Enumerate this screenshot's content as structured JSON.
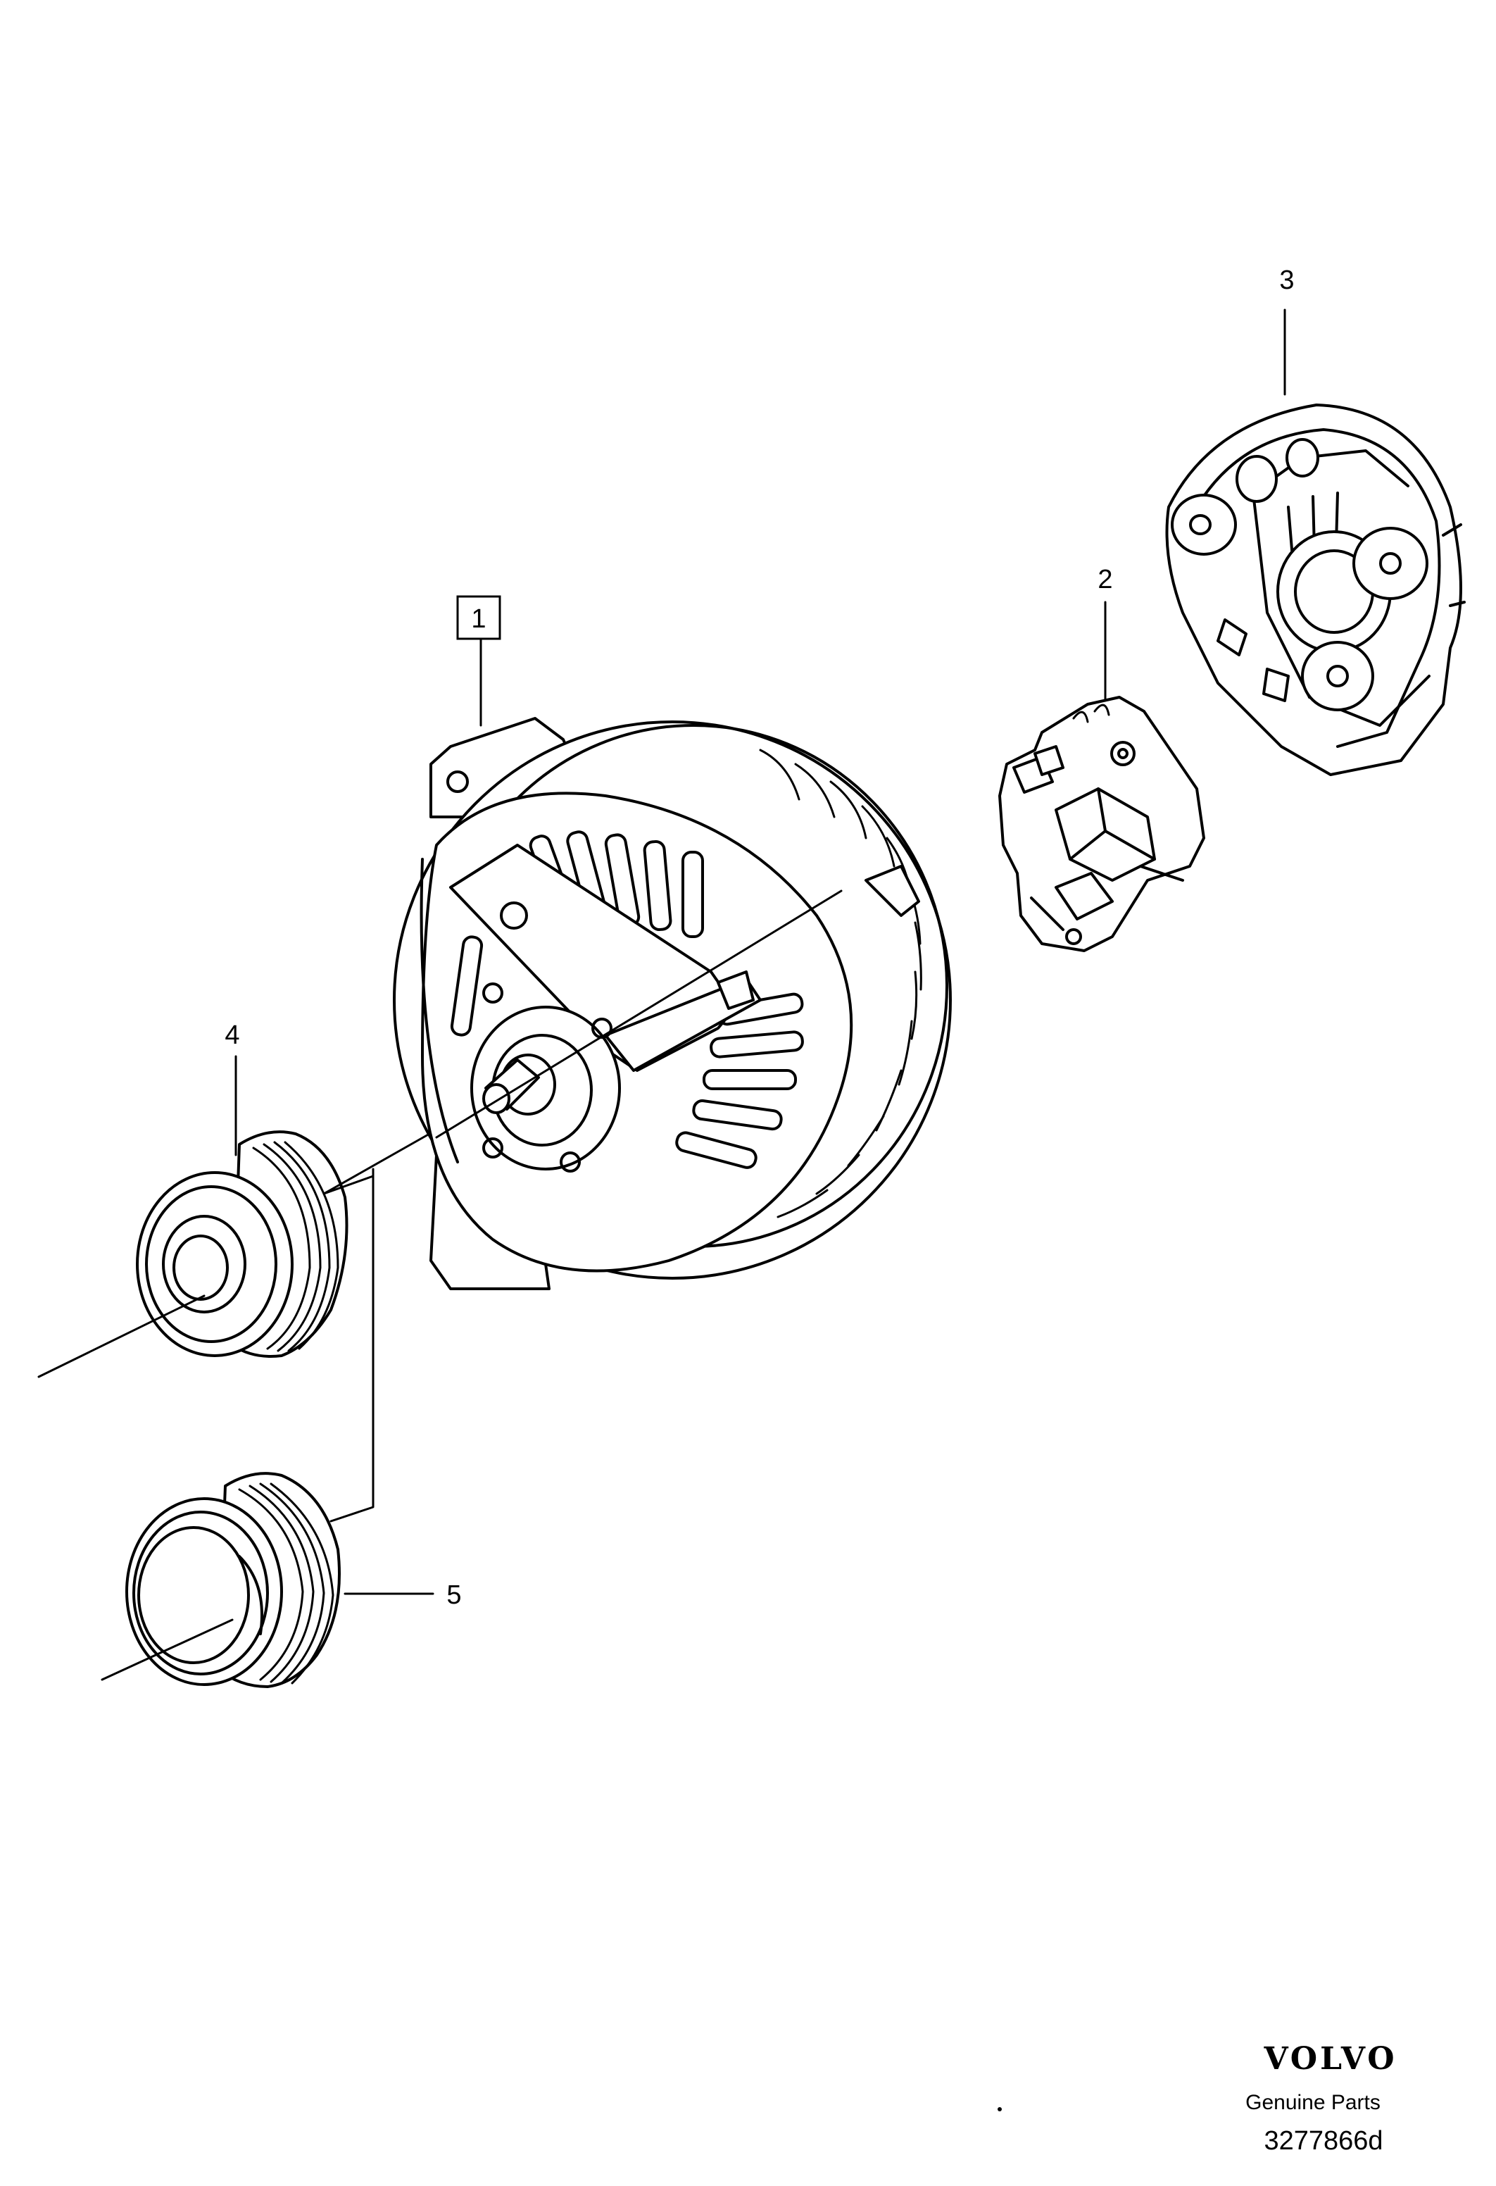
{
  "callouts": {
    "c1": "1",
    "c2": "2",
    "c3": "3",
    "c4": "4",
    "c5": "5"
  },
  "footer": {
    "brand": "VOLVO",
    "tagline": "Genuine Parts",
    "drawing_number": "3277866d"
  },
  "colors": {
    "line": "#000000",
    "background": "#ffffff"
  }
}
